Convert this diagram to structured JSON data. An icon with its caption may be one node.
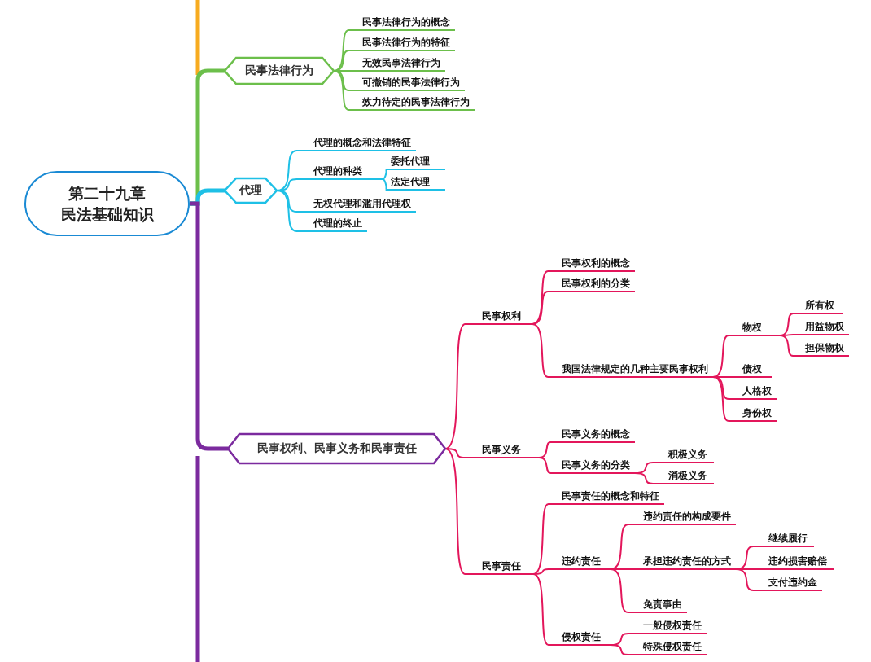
{
  "diagram": {
    "nodes": [
      {
        "text": [
          "第二十九章",
          "民法基础知识"
        ]
      },
      {
        "text": [
          "民事法律行为"
        ]
      },
      {
        "text": [
          "民事法律行为的概念"
        ]
      },
      {
        "text": [
          "民事法律行为的特征"
        ]
      },
      {
        "text": [
          "无效民事法律行为"
        ]
      },
      {
        "text": [
          "可撤销的民事法律行为"
        ]
      },
      {
        "text": [
          "效力待定的民事法律行为"
        ]
      },
      {
        "text": [
          "代理"
        ]
      },
      {
        "text": [
          "代理的概念和法律特征"
        ]
      },
      {
        "text": [
          "代理的种类"
        ]
      },
      {
        "text": [
          "委托代理"
        ]
      },
      {
        "text": [
          "法定代理"
        ]
      },
      {
        "text": [
          "无权代理和滥用代理权"
        ]
      },
      {
        "text": [
          "代理的终止"
        ]
      },
      {
        "text": [
          "民事权利、民事义务和民事责任"
        ]
      },
      {
        "text": [
          "民事权利"
        ]
      },
      {
        "text": [
          "民事权利的概念"
        ]
      },
      {
        "text": [
          "民事权利的分类"
        ]
      },
      {
        "text": [
          "我国法律规定的几种主要民事权利"
        ]
      },
      {
        "text": [
          "物权"
        ]
      },
      {
        "text": [
          "所有权"
        ]
      },
      {
        "text": [
          "用益物权"
        ]
      },
      {
        "text": [
          "担保物权"
        ]
      },
      {
        "text": [
          "债权"
        ]
      },
      {
        "text": [
          "人格权"
        ]
      },
      {
        "text": [
          "身份权"
        ]
      },
      {
        "text": [
          "民事义务"
        ]
      },
      {
        "text": [
          "民事义务的概念"
        ]
      },
      {
        "text": [
          "民事义务的分类"
        ]
      },
      {
        "text": [
          "积极义务"
        ]
      },
      {
        "text": [
          "消极义务"
        ]
      },
      {
        "text": [
          "民事责任"
        ]
      },
      {
        "text": [
          "民事责任的概念和特征"
        ]
      },
      {
        "text": [
          "违约责任"
        ]
      },
      {
        "text": [
          "违约责任的构成要件"
        ]
      },
      {
        "text": [
          "承担违约责任的方式"
        ]
      },
      {
        "text": [
          "继续履行"
        ]
      },
      {
        "text": [
          "违约损害赔偿"
        ]
      },
      {
        "text": [
          "支付违约金"
        ]
      },
      {
        "text": [
          "免责事由"
        ]
      },
      {
        "text": [
          "侵权责任"
        ]
      },
      {
        "text": [
          "一般侵权责任"
        ]
      },
      {
        "text": [
          "特殊侵权责任"
        ]
      }
    ],
    "edges": [
      {
        "from": 0,
        "to": 1,
        "arrow": "none",
        "style": "thick",
        "color": "#6cbf4b"
      },
      {
        "from": 1,
        "to": 2,
        "arrow": "none",
        "color": "#6cbf4b"
      },
      {
        "from": 1,
        "to": 3,
        "arrow": "none",
        "color": "#6cbf4b"
      },
      {
        "from": 1,
        "to": 4,
        "arrow": "none",
        "color": "#6cbf4b"
      },
      {
        "from": 1,
        "to": 5,
        "arrow": "none",
        "color": "#6cbf4b"
      },
      {
        "from": 1,
        "to": 6,
        "arrow": "none",
        "color": "#6cbf4b"
      },
      {
        "from": 0,
        "to": 7,
        "arrow": "none",
        "style": "thick",
        "color": "#1ec0e6"
      },
      {
        "from": 7,
        "to": 8,
        "arrow": "none",
        "color": "#1ec0e6"
      },
      {
        "from": 7,
        "to": 9,
        "arrow": "none",
        "color": "#1ec0e6"
      },
      {
        "from": 9,
        "to": 10,
        "arrow": "none",
        "color": "#1ec0e6"
      },
      {
        "from": 9,
        "to": 11,
        "arrow": "none",
        "color": "#1ec0e6"
      },
      {
        "from": 7,
        "to": 12,
        "arrow": "none",
        "color": "#1ec0e6"
      },
      {
        "from": 7,
        "to": 13,
        "arrow": "none",
        "color": "#1ec0e6"
      },
      {
        "from": 0,
        "to": 14,
        "arrow": "none",
        "style": "thick",
        "color": "#7b2a9e"
      },
      {
        "from": 14,
        "to": 15,
        "arrow": "none"
      },
      {
        "from": 15,
        "to": 16,
        "arrow": "none"
      },
      {
        "from": 15,
        "to": 17,
        "arrow": "none"
      },
      {
        "from": 15,
        "to": 18,
        "arrow": "none"
      },
      {
        "from": 18,
        "to": 19,
        "arrow": "none"
      },
      {
        "from": 19,
        "to": 20,
        "arrow": "none"
      },
      {
        "from": 19,
        "to": 21,
        "arrow": "none"
      },
      {
        "from": 19,
        "to": 22,
        "arrow": "none"
      },
      {
        "from": 18,
        "to": 23,
        "arrow": "none"
      },
      {
        "from": 18,
        "to": 24,
        "arrow": "none"
      },
      {
        "from": 18,
        "to": 25,
        "arrow": "none"
      },
      {
        "from": 14,
        "to": 26,
        "arrow": "none"
      },
      {
        "from": 26,
        "to": 27,
        "arrow": "none"
      },
      {
        "from": 26,
        "to": 28,
        "arrow": "none"
      },
      {
        "from": 28,
        "to": 29,
        "arrow": "none"
      },
      {
        "from": 28,
        "to": 30,
        "arrow": "none"
      },
      {
        "from": 14,
        "to": 31,
        "arrow": "none"
      },
      {
        "from": 31,
        "to": 32,
        "arrow": "none"
      },
      {
        "from": 31,
        "to": 33,
        "arrow": "none"
      },
      {
        "from": 33,
        "to": 34,
        "arrow": "none"
      },
      {
        "from": 33,
        "to": 35,
        "arrow": "none"
      },
      {
        "from": 35,
        "to": 36,
        "arrow": "none"
      },
      {
        "from": 35,
        "to": 37,
        "arrow": "none"
      },
      {
        "from": 35,
        "to": 38,
        "arrow": "none"
      },
      {
        "from": 33,
        "to": 39,
        "arrow": "none"
      },
      {
        "from": 31,
        "to": 40,
        "arrow": "none"
      },
      {
        "from": 40,
        "to": 41,
        "arrow": "none"
      },
      {
        "from": 40,
        "to": 42,
        "arrow": "none"
      }
    ]
  }
}
